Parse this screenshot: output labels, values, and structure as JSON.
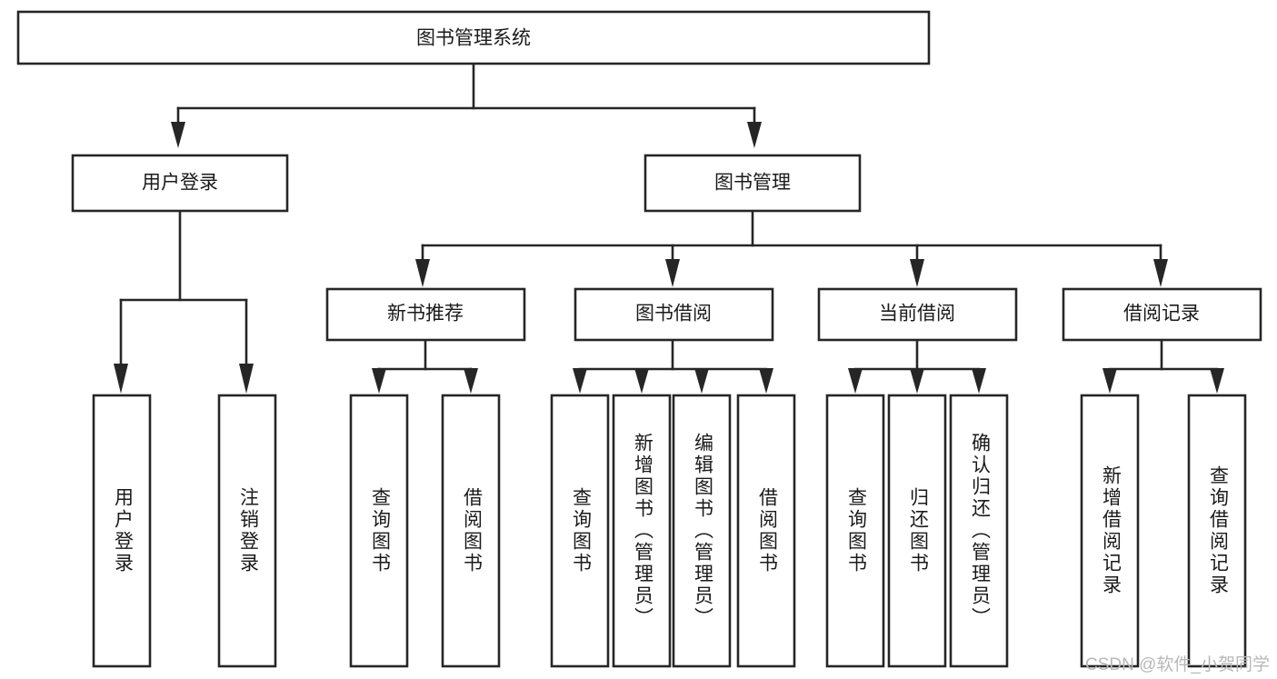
{
  "diagram": {
    "type": "tree-hierarchy",
    "title": "图书管理系统",
    "orientation": "top-down",
    "stroke_color": "#262626",
    "fill_color": "#ffffff",
    "background_color": "#ffffff",
    "root": {
      "label": "图书管理系统",
      "level": 0
    },
    "level2": [
      {
        "label": "用户登录"
      },
      {
        "label": "图书管理"
      }
    ],
    "level3": [
      {
        "label": "新书推荐",
        "parent": "图书管理"
      },
      {
        "label": "图书借阅",
        "parent": "图书管理"
      },
      {
        "label": "当前借阅",
        "parent": "图书管理"
      },
      {
        "label": "借阅记录",
        "parent": "图书管理"
      }
    ],
    "leaves": {
      "user_login": [
        {
          "label": "用户登录"
        },
        {
          "label": "注销登录"
        }
      ],
      "new_book_recommend": [
        {
          "label": "查询图书"
        },
        {
          "label": "借阅图书"
        }
      ],
      "book_borrow": [
        {
          "label": "查询图书"
        },
        {
          "label": "新增图书（管理员）"
        },
        {
          "label": "编辑图书（管理员）"
        },
        {
          "label": "借阅图书"
        }
      ],
      "current_borrow": [
        {
          "label": "查询图书"
        },
        {
          "label": "归还图书"
        },
        {
          "label": "确认归还（管理员）"
        }
      ],
      "borrow_record": [
        {
          "label": "新增借阅记录"
        },
        {
          "label": "查询借阅记录"
        }
      ]
    }
  },
  "watermark": {
    "text": "CSDN @软件_小贺同学",
    "color": "#b8b8b8"
  }
}
